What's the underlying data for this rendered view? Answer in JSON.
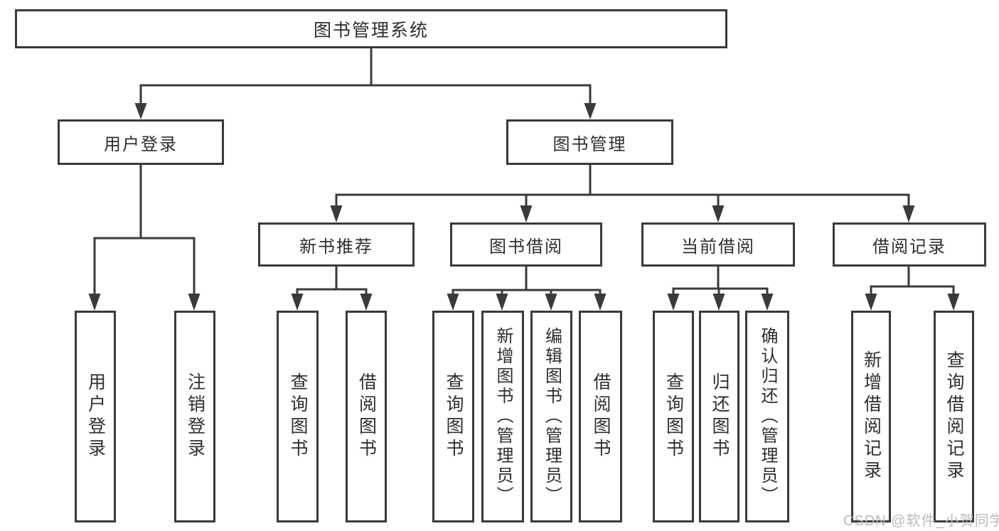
{
  "tree": {
    "label": "图书管理系统",
    "children": [
      {
        "label": "用户登录",
        "children": [
          {
            "label": "用户登录"
          },
          {
            "label": "注销登录"
          }
        ]
      },
      {
        "label": "图书管理",
        "children": [
          {
            "label": "新书推荐",
            "children": [
              {
                "label": "查询图书"
              },
              {
                "label": "借阅图书"
              }
            ]
          },
          {
            "label": "图书借阅",
            "children": [
              {
                "label": "查询图书"
              },
              {
                "label": "新增图书（管理员）"
              },
              {
                "label": "编辑图书（管理员）"
              },
              {
                "label": "借阅图书"
              }
            ]
          },
          {
            "label": "当前借阅",
            "children": [
              {
                "label": "查询图书"
              },
              {
                "label": "归还图书"
              },
              {
                "label": "确认归还（管理员）"
              }
            ]
          },
          {
            "label": "借阅记录",
            "children": [
              {
                "label": "新增借阅记录"
              },
              {
                "label": "查询借阅记录"
              }
            ]
          }
        ]
      }
    ]
  },
  "watermark": {
    "text": "CSDN @软件_小贺同学"
  },
  "colors": {
    "line": "#3a3a3a",
    "text": "#2e2e2e",
    "box_background": "#ffffff",
    "page_background": "#ffffff",
    "watermark": "#b6babd"
  }
}
